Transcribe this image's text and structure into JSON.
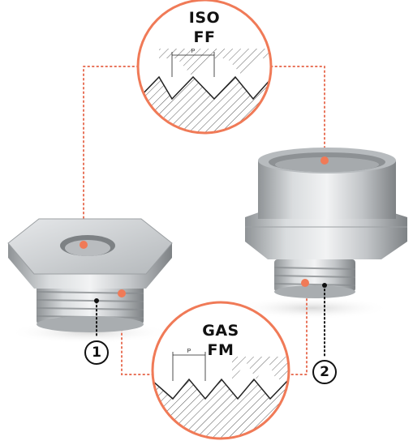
{
  "callouts": {
    "iso": {
      "line1": "ISO",
      "line2": "FF",
      "pitch": "P"
    },
    "gas": {
      "line1": "GAS",
      "line2": "FM",
      "pitch": "P"
    }
  },
  "markers": {
    "one": "1",
    "two": "2"
  },
  "colors": {
    "accent": "#f07a57",
    "dots": "#e8735a",
    "ink": "#111111",
    "metal": "#c8cbce"
  }
}
